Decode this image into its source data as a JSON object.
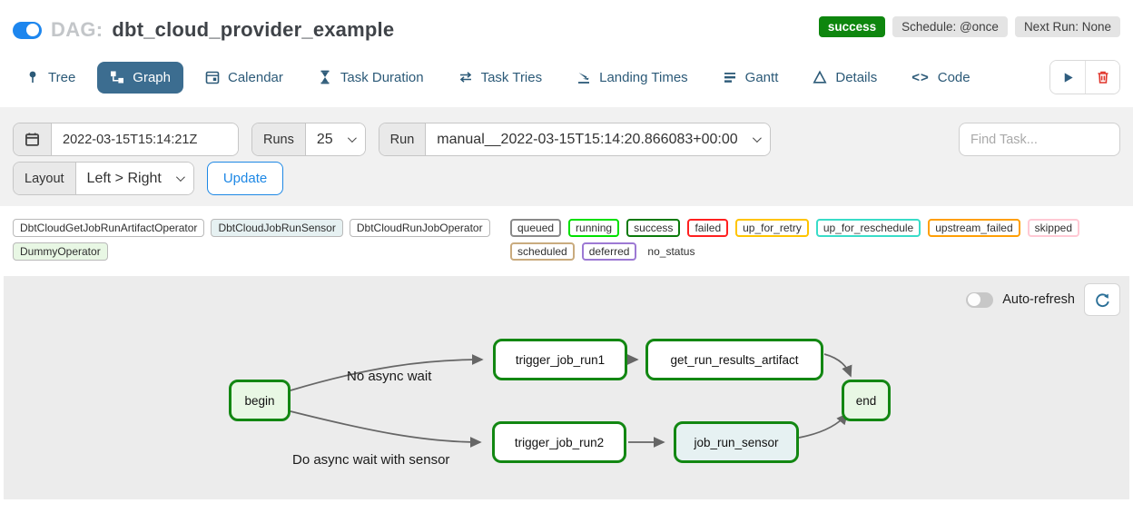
{
  "header": {
    "dag_prefix": "DAG:",
    "dag_title": "dbt_cloud_provider_example",
    "status_badge": "success",
    "schedule_badge": "Schedule: @once",
    "next_run_badge": "Next Run: None"
  },
  "tabs": {
    "items": [
      {
        "label": "Tree",
        "icon": "tree-icon",
        "active": false
      },
      {
        "label": "Graph",
        "icon": "graph-icon",
        "active": true
      },
      {
        "label": "Calendar",
        "icon": "calendar-icon",
        "active": false
      },
      {
        "label": "Task Duration",
        "icon": "hourglass-icon",
        "active": false
      },
      {
        "label": "Task Tries",
        "icon": "repeat-icon",
        "active": false
      },
      {
        "label": "Landing Times",
        "icon": "plane-landing-icon",
        "active": false
      },
      {
        "label": "Gantt",
        "icon": "gantt-bars-icon",
        "active": false
      },
      {
        "label": "Details",
        "icon": "triangle-icon",
        "active": false
      },
      {
        "label": "Code",
        "icon": "code-brackets-icon",
        "active": false
      }
    ],
    "code_glyph": "<>"
  },
  "filters": {
    "date_value": "2022-03-15T15:14:21Z",
    "runs_label": "Runs",
    "runs_value": "25",
    "run_label": "Run",
    "run_value": "manual__2022-03-15T15:14:20.866083+00:00",
    "find_task_placeholder": "Find Task...",
    "layout_label": "Layout",
    "layout_value": "Left > Right",
    "update_label": "Update"
  },
  "legend": {
    "operators": [
      {
        "label": "DbtCloudGetJobRunArtifactOperator",
        "fill": "#ffffff"
      },
      {
        "label": "DbtCloudJobRunSensor",
        "fill": "#e6f1f2"
      },
      {
        "label": "DbtCloudRunJobOperator",
        "fill": "#ffffff"
      },
      {
        "label": "DummyOperator",
        "fill": "#e8f7e4"
      }
    ],
    "statuses": [
      {
        "label": "queued",
        "color": "#8a8a8a"
      },
      {
        "label": "running",
        "color": "#00e000"
      },
      {
        "label": "success",
        "color": "#0b7a0b"
      },
      {
        "label": "failed",
        "color": "#ff2020"
      },
      {
        "label": "up_for_retry",
        "color": "#ffc400"
      },
      {
        "label": "up_for_reschedule",
        "color": "#39dcc8"
      },
      {
        "label": "upstream_failed",
        "color": "#ff9f05"
      },
      {
        "label": "skipped",
        "color": "#ffc9d4"
      },
      {
        "label": "scheduled",
        "color": "#c9ab7e"
      },
      {
        "label": "deferred",
        "color": "#9d79d4"
      },
      {
        "label": "no_status",
        "color": "transparent"
      }
    ]
  },
  "graph": {
    "auto_refresh_label": "Auto-refresh",
    "node_border": "#128712",
    "nodes": [
      {
        "id": "begin",
        "label": "begin",
        "fill": "#e8f7e4"
      },
      {
        "id": "trigger_job_run1",
        "label": "trigger_job_run1",
        "fill": "#ffffff"
      },
      {
        "id": "get_run_results_artifact",
        "label": "get_run_results_artifact",
        "fill": "#ffffff"
      },
      {
        "id": "trigger_job_run2",
        "label": "trigger_job_run2",
        "fill": "#ffffff"
      },
      {
        "id": "job_run_sensor",
        "label": "job_run_sensor",
        "fill": "#e6f1f2"
      },
      {
        "id": "end",
        "label": "end",
        "fill": "#e8f7e4"
      }
    ],
    "edge_labels": [
      "No async wait",
      "Do async wait with sensor"
    ]
  },
  "colors": {
    "toggle_on_blue": "#1d86ee",
    "active_tab_blue": "#3c6d90",
    "update_blue": "#1e88e5",
    "success_green": "#0e860e",
    "delete_red": "#e0352b",
    "edge_gray": "#666666"
  }
}
